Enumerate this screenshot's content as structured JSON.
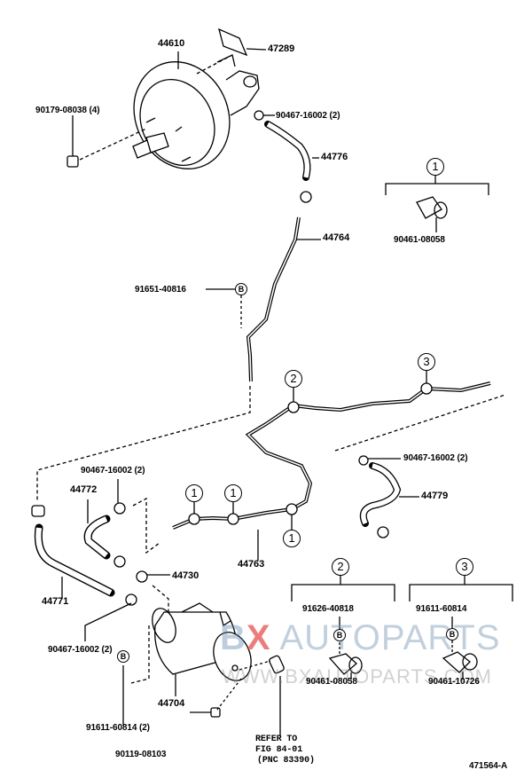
{
  "diagram": {
    "id": "471564-A",
    "parts": {
      "booster": "44610",
      "gasket": "47289",
      "booster_nut": "90179-08038 (4)",
      "clamp_top": "90467-16002 (2)",
      "hose_top": "44776",
      "tube_upper": "44764",
      "bolt_b_top": "91651-40816",
      "clamp_right": "90467-16002 (2)",
      "hose_right": "44779",
      "clamp_left_top": "90467-16002 (2)",
      "hose_44772": "44772",
      "tube_lower": "44763",
      "check_valve": "44730",
      "hose_44771": "44771",
      "clamp_left_bottom": "90467-16002 (2)",
      "tank": "44704",
      "bolt_b_tank": "91611-60814 (2)",
      "tank_bolt": "90119-08103",
      "refer": [
        "REFER TO",
        "FIG 84-01",
        "(PNC 83390)"
      ]
    },
    "callouts": {
      "c1": "1",
      "c2": "2",
      "c3": "3",
      "b": "B"
    },
    "detail_1": {
      "clip": "90461-08058"
    },
    "detail_2": {
      "bolt": "91626-40818",
      "clip": "90461-08058"
    },
    "detail_3": {
      "bolt": "91611-60814",
      "clip": "90461-10726"
    }
  },
  "watermark": {
    "brand_b": "B",
    "brand_x": "X",
    "brand_rest": "AUTOPARTS",
    "url": "WWW.BXAUTOPARTS.COM"
  }
}
